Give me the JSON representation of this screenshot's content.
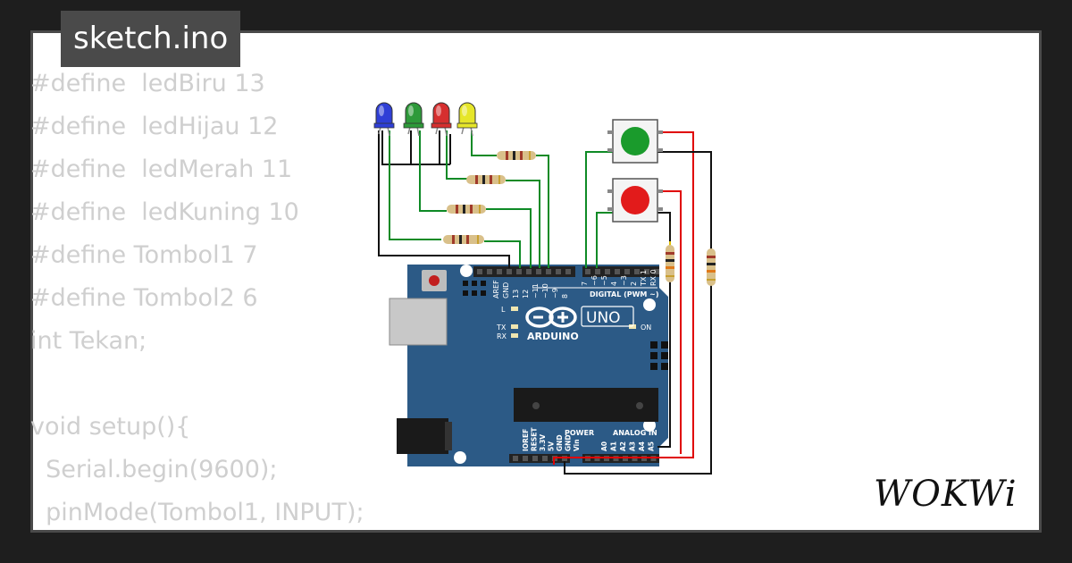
{
  "tab": {
    "title": "sketch.ino"
  },
  "code_lines": [
    "#define  ledBiru 13",
    "#define  ledHijau 12",
    "#define  ledMerah 11",
    "#define  ledKuning 10",
    "#define Tombol1 7",
    "#define Tombol2 6",
    "int Tekan;",
    "",
    "void setup(){",
    "  Serial.begin(9600);",
    "  pinMode(Tombol1, INPUT);"
  ],
  "board": {
    "brand": "ARDUINO",
    "model": "UNO",
    "on_label": "ON",
    "digital_label": "DIGITAL (PWM ~)",
    "power_label": "POWER",
    "analog_label": "ANALOG IN",
    "led_labels": [
      "L",
      "TX",
      "RX"
    ],
    "digital_pins": [
      "AREF",
      "GND",
      "13",
      "12",
      "~11",
      "~10",
      "~9",
      "8",
      "7",
      "~6",
      "~5",
      "4",
      "~3",
      "2",
      "TX 1",
      "RX 0"
    ],
    "power_pins": [
      "IOREF",
      "RESET",
      "3.3V",
      "5V",
      "GND",
      "GND",
      "Vin"
    ],
    "analog_pins": [
      "A0",
      "A1",
      "A2",
      "A3",
      "A4",
      "A5"
    ]
  },
  "leds": [
    {
      "name": "blue",
      "color": "#2f3fd6"
    },
    {
      "name": "green",
      "color": "#2e9a3a"
    },
    {
      "name": "red",
      "color": "#d62f2f"
    },
    {
      "name": "yellow",
      "color": "#e6e62a"
    }
  ],
  "buttons": [
    {
      "name": "green",
      "color": "#1a9b2c"
    },
    {
      "name": "red",
      "color": "#e21b1b"
    }
  ],
  "colors": {
    "board": "#2c5a86",
    "wire_green": "#0e8a26",
    "wire_black": "#111111",
    "wire_red": "#e00000"
  },
  "logo": {
    "text": "WOKWi"
  }
}
